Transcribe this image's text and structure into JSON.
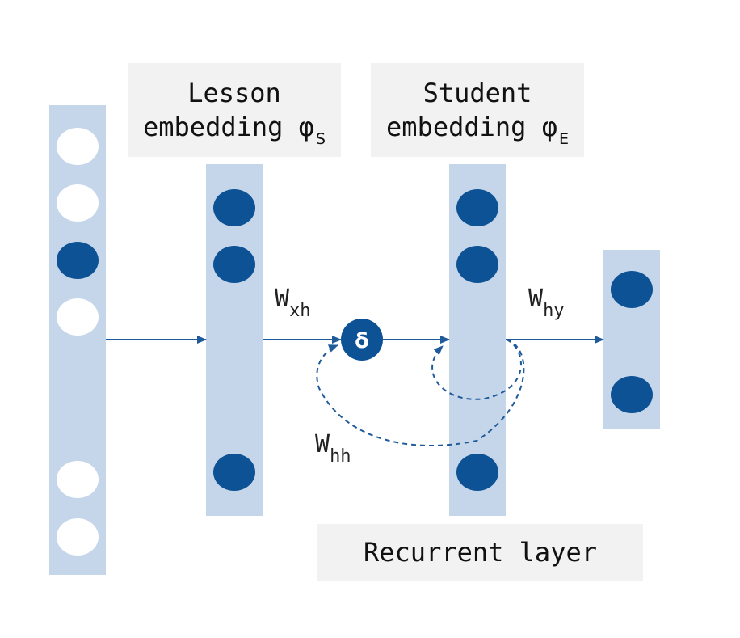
{
  "labels": {
    "lesson_line1": "Lesson",
    "lesson_line2": "embedding φ",
    "lesson_sub": "S",
    "student_line1": "Student",
    "student_line2": "embedding φ",
    "student_sub": "E",
    "recurrent": "Recurrent layer"
  },
  "weights": {
    "xh_main": "W",
    "xh_sub": "xh",
    "hy_main": "W",
    "hy_sub": "hy",
    "hh_main": "W",
    "hh_sub": "hh"
  },
  "delta_symbol": "δ",
  "colors": {
    "layer_bg": "#c5d6ea",
    "node_filled": "#0d5295",
    "node_empty": "#ffffff",
    "label_bg": "#f2f2f2",
    "arrow": "#1f5a9a"
  }
}
